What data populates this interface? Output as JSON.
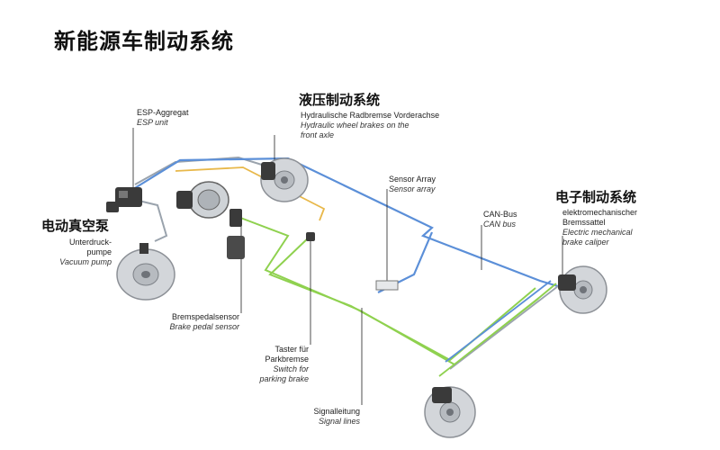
{
  "title": "新能源车制动系统",
  "headings": {
    "hydraulic": "液压制动系统",
    "electronic": "电子制动系统",
    "vacuum_pump": "电动真空泵"
  },
  "labels": {
    "esp_unit": {
      "de": "ESP-Aggregat",
      "en": "ESP unit"
    },
    "hydraulic_front_axle": {
      "de": "Hydraulische Radbremse Vorderachse",
      "en_line1": "Hydraulic wheel brakes on the",
      "en_line2": "front axle"
    },
    "sensor_array": {
      "de": "Sensor Array",
      "en": "Sensor array"
    },
    "can_bus": {
      "de": "CAN-Bus",
      "en": "CAN bus"
    },
    "caliper": {
      "de_line1": "elektromechanischer",
      "de_line2": "Bremssattel",
      "en_line1": "Electric mechanical",
      "en_line2": "brake caliper"
    },
    "vacuum_pump": {
      "de_line1": "Unterdruck-",
      "de_line2": "pumpe",
      "en": "Vacuum pump"
    },
    "brake_pedal_sensor": {
      "de": "Bremspedalsensor",
      "en": "Brake pedal sensor"
    },
    "park_switch": {
      "de_line1": "Taster für",
      "de_line2": "Parkbremse",
      "en_line1": "Switch for",
      "en_line2": "parking brake"
    },
    "signal_lines": {
      "de": "Signalleitung",
      "en": "Signal lines"
    }
  },
  "colors": {
    "can_bus_line": "#5b8fd8",
    "signal_line": "#8fd14f",
    "brake_line": "#e8b84a",
    "hydraulic_line": "#9aa3ad",
    "component_dark": "#3a3a3a",
    "disc_gray": "#c9ccd0"
  }
}
